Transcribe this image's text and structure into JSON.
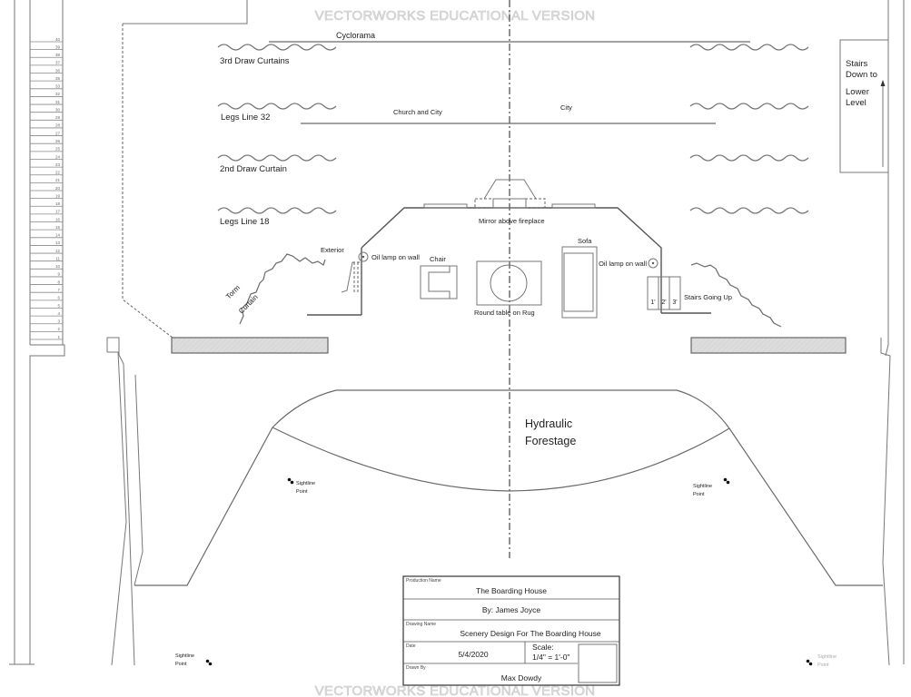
{
  "watermark": {
    "top": "VECTORWORKS EDUCATIONAL VERSION",
    "bottom": "VECTORWORKS EDUCATIONAL VERSION"
  },
  "fly_rail": {
    "lineset_numbers": [
      "40",
      "39",
      "38",
      "37",
      "36",
      "35",
      "33",
      "32",
      "31",
      "30",
      "29",
      "28",
      "27",
      "26",
      "25",
      "24",
      "23",
      "22",
      "21",
      "20",
      "19",
      "18",
      "17",
      "16",
      "15",
      "14",
      "13",
      "12",
      "11",
      "10",
      "9",
      "8",
      "7",
      "6",
      "5",
      "4",
      "3",
      "2",
      "1"
    ]
  },
  "scenery_lines": {
    "cyclorama": "Cyclorama",
    "third_draw": "3rd Draw Curtains",
    "legs_32": "Legs  Line 32",
    "church_city": "Church and City",
    "city": "City",
    "second_draw": "2nd Draw Curtain",
    "legs_18": "Legs  Line 18"
  },
  "set_pieces": {
    "mirror": "Mirror above fireplace",
    "exterior": "Exterior",
    "oil_lamp_left": "Oil lamp on wall",
    "oil_lamp_right": "Oil lamp on wall",
    "chair": "Chair",
    "table": "Round table on Rug",
    "sofa": "Sofa",
    "stairs_up": "Stairs Going Up",
    "stair_steps": [
      "1'",
      "2'",
      "3'"
    ],
    "torm_line1": "Torm",
    "torm_line2": "Curtain"
  },
  "stairs_down": {
    "line1": "Stairs",
    "line2": "Down to",
    "line3": "Lower",
    "line4": "Level"
  },
  "forestage": {
    "line1": "Hydraulic",
    "line2": "Forestage"
  },
  "sightlines": {
    "line1": "Sightline",
    "line2": "Point"
  },
  "title_block": {
    "production_name_label": "Production Name",
    "production_name": "The Boarding House",
    "author": "By: James Joyce",
    "drawing_name_label": "Drawing Name",
    "drawing_name": "Scenery Design For The Boarding House",
    "date_label": "Date",
    "date": "5/4/2020",
    "scale_label": "Scale:",
    "scale": "1/4\" = 1'-0\"",
    "drawn_by_label": "Drawn By",
    "drawn_by": "Max Dowdy"
  }
}
